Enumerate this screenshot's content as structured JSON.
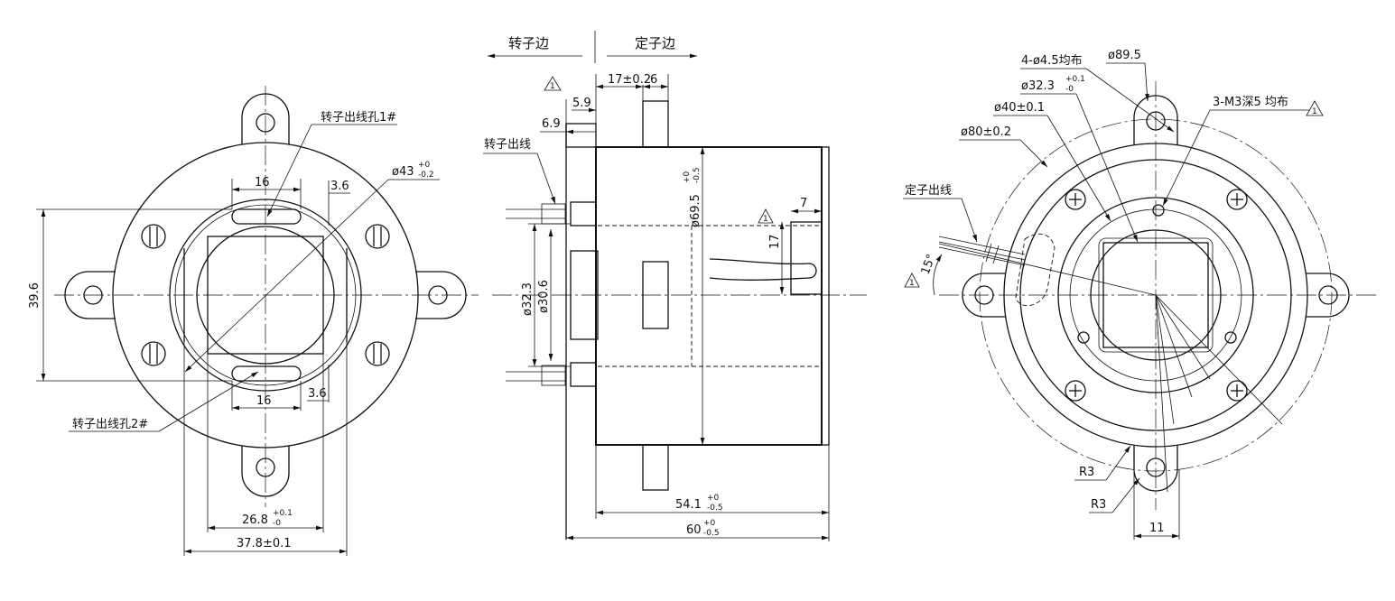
{
  "front_view": {
    "labels": {
      "rotor_hole_1": "转子出线孔1#",
      "rotor_hole_2": "转子出线孔2#",
      "dia_43": "ø43",
      "dia_43_tol_upper": "+0",
      "dia_43_tol_lower": "-0.2",
      "dim_16_top": "16",
      "dim_16_bottom": "16",
      "dim_3_6_top": "3.6",
      "dim_3_6_bottom": "3.6",
      "dim_39_6": "39.6",
      "dim_26_8": "26.8",
      "dim_26_8_tol_upper": "+0.1",
      "dim_26_8_tol_lower": "-0",
      "dim_37_8": "37.8±0.1"
    }
  },
  "side_view": {
    "labels": {
      "rotor_side": "转子边",
      "stator_side": "定子边",
      "rotor_wire": "转子出线",
      "dim_17": "17±0.2",
      "dim_6": "6",
      "dim_5_9": "5.9",
      "dim_6_9": "6.9",
      "dim_7": "7",
      "dim_17_v": "17",
      "dia_69_5": "ø69.5",
      "dia_69_5_tol_upper": "+0",
      "dia_69_5_tol_lower": "-0.5",
      "dia_32_3": "ø32.3",
      "dia_30_6": "ø30.6",
      "dim_54_1": "54.1",
      "dim_54_1_tol_upper": "+0",
      "dim_54_1_tol_lower": "-0.5",
      "dim_60": "60",
      "dim_60_tol_upper": "+0",
      "dim_60_tol_lower": "-0.5",
      "rev_mark": "1"
    }
  },
  "rear_view": {
    "labels": {
      "holes_4": "4-ø4.5均布",
      "dia_89_5": "ø89.5",
      "dia_32_3": "ø32.3",
      "dia_32_3_tol_upper": "+0.1",
      "dia_32_3_tol_lower": "-0",
      "dia_40": "ø40±0.1",
      "dia_80": "ø80±0.2",
      "m3_holes": "3-M3深5 均布",
      "stator_wire": "定子出线",
      "angle_15": "15°",
      "r3_top": "R3",
      "r3_bottom": "R3",
      "dim_11": "11",
      "rev_mark": "1"
    }
  }
}
